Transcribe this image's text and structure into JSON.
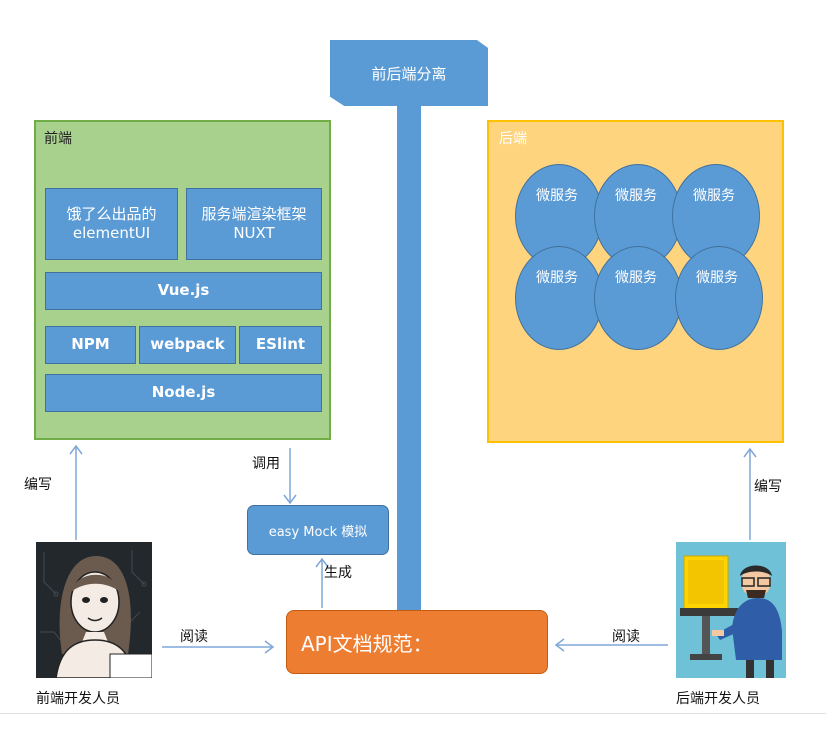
{
  "title": "前后端分离",
  "frontend": {
    "label": "前端",
    "elementui": "饿了么出品的 elementUI",
    "nuxt": "服务端渲染框架 NUXT",
    "vue": "Vue.js",
    "npm": "NPM",
    "webpack": "webpack",
    "eslint": "ESlint",
    "node": "Node.js"
  },
  "backend": {
    "label": "后端",
    "services": [
      "微服务",
      "微服务",
      "微服务",
      "微服务",
      "微服务",
      "微服务"
    ]
  },
  "edges": {
    "write_left": "编写",
    "write_right": "编写",
    "call": "调用",
    "generate": "生成",
    "read_left": "阅读",
    "read_right": "阅读"
  },
  "mock": "easy Mock 模拟",
  "api": "API文档规范：",
  "people": {
    "frontend_dev": "前端开发人员",
    "backend_dev": "后端开发人员"
  },
  "colors": {
    "blue": "#5b9bd5",
    "green": "#a9d18e",
    "amber": "#ffd47f",
    "orange": "#ed7d31"
  }
}
